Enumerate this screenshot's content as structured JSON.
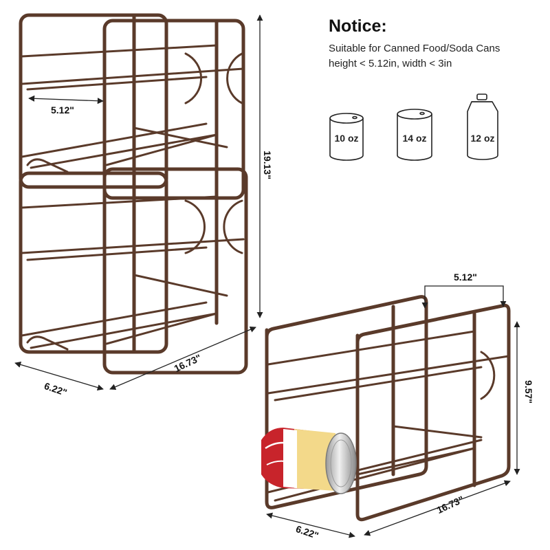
{
  "notice": {
    "title": "Notice:",
    "line1": "Suitable for Canned Food/Soda Cans",
    "line2": "height < 5.12in, width < 3in"
  },
  "cans": [
    {
      "label": "10 oz",
      "icon": "short-can-icon"
    },
    {
      "label": "14 oz",
      "icon": "tall-can-icon"
    },
    {
      "label": "12 oz",
      "icon": "soda-can-icon"
    }
  ],
  "stacked_rack": {
    "inner_depth": "5.12\"",
    "height": "19.13\"",
    "width": "16.73\"",
    "depth": "6.22\""
  },
  "single_rack": {
    "inner_depth": "5.12\"",
    "height": "9.57\"",
    "width": "16.73\"",
    "depth": "6.22\""
  },
  "colors": {
    "wire": "#5a3a2a",
    "wire_highlight": "#8a6a55",
    "can_red": "#c8242b",
    "can_yellow": "#f3d98a",
    "can_silver": "#c8c8c8"
  }
}
